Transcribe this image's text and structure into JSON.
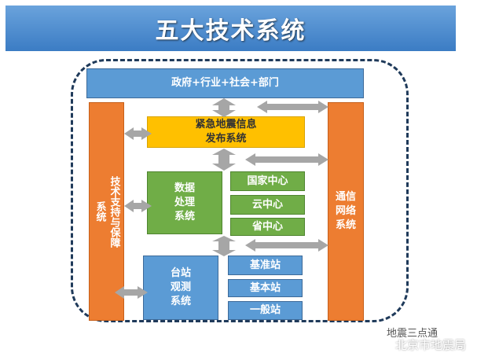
{
  "title": "五大技术系统",
  "boxes": {
    "top": "政府+行业+社会+部门",
    "left": "技术支持与保障系统",
    "right": "通信网络系统",
    "warning": "紧急地震信息\n发布系统",
    "data": "数据\n处理\n系统",
    "center1": "国家中心",
    "center2": "云中心",
    "center3": "省中心",
    "station": "台站\n观测\n系统",
    "st1": "基准站",
    "st2": "基本站",
    "st3": "一般站"
  },
  "watermark": {
    "line1": "地震三点通",
    "line2": "北京市地震局"
  },
  "colors": {
    "blue": "#5b9bd5",
    "orange": "#ed7d31",
    "yellow": "#ffc000",
    "green": "#70ad47",
    "arrow": "#a6a6a6"
  }
}
